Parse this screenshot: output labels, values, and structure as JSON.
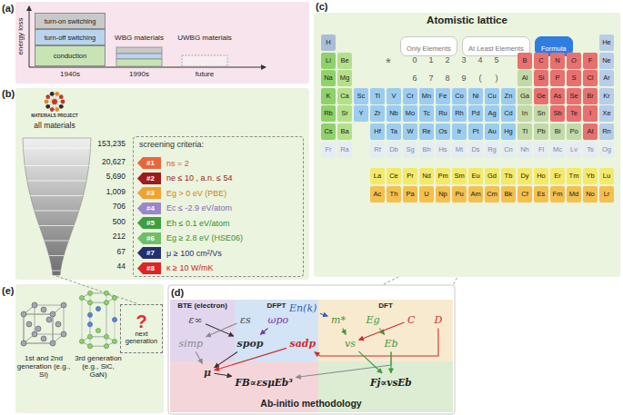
{
  "diagram": {
    "nodes": [
      {
        "text": [
          "turn-on switching"
        ]
      },
      {
        "text": [
          "turn-off switching"
        ]
      },
      {
        "text": [
          "conduction"
        ]
      },
      {
        "text": [
          "screening criteria:"
        ]
      },
      {
        "text": [
          "#1",
          "ns = 2"
        ],
        "in": 3
      },
      {
        "text": [
          "#2",
          "ne ≤ 10 , a.n. ≤ 54"
        ],
        "in": 3
      },
      {
        "text": [
          "#3",
          "Eg > 0 eV (PBE)"
        ],
        "in": 3
      },
      {
        "text": [
          "#4",
          "Ec ≤ -2.9 eV/atom"
        ],
        "in": 3
      },
      {
        "text": [
          "#5",
          "Eh ≤ 0.1 eV/atom"
        ],
        "in": 3
      },
      {
        "text": [
          "#6",
          "Eg ≥ 2.8 eV (HSE06)"
        ],
        "in": 3
      },
      {
        "text": [
          "#7",
          "μ ≥ 100 cm²/Vs"
        ],
        "in": 3
      },
      {
        "text": [
          "#8",
          "κ ≥ 10 W/mK"
        ],
        "in": 3
      },
      {
        "text": [
          "Atomistic lattice"
        ]
      },
      {
        "text": [
          "Only Elements"
        ],
        "in": 12
      },
      {
        "text": [
          "At Least Elements"
        ],
        "in": 12
      },
      {
        "text": [
          "Formula"
        ],
        "in": 12
      },
      {
        "text": [
          "BTE (electron)"
        ]
      },
      {
        "text": [
          "DFPT"
        ]
      },
      {
        "text": [
          "DFT"
        ]
      },
      {
        "text": [
          "ε∞"
        ],
        "in": 16
      },
      {
        "text": [
          "εs"
        ],
        "in": 17
      },
      {
        "text": [
          "ωpo"
        ],
        "in": 17
      },
      {
        "text": [
          "En(k)"
        ],
        "in": 17
      },
      {
        "text": [
          "m*"
        ],
        "in": 18
      },
      {
        "text": [
          "Eg"
        ],
        "in": 18
      },
      {
        "text": [
          "C"
        ],
        "in": 18
      },
      {
        "text": [
          "D"
        ],
        "in": 18
      },
      {
        "text": [
          "simp"
        ],
        "in": 16
      },
      {
        "text": [
          "spop"
        ],
        "in": 17
      },
      {
        "text": [
          "sadp"
        ],
        "in": 17
      },
      {
        "text": [
          "vs"
        ],
        "in": 18
      },
      {
        "text": [
          "Eb"
        ],
        "in": 18
      },
      {
        "text": [
          "μ"
        ]
      },
      {
        "text": [
          "FB∝εsμEb³"
        ]
      },
      {
        "text": [
          "Fj∝vsEb"
        ]
      },
      {
        "text": [
          "?",
          "next generation"
        ]
      }
    ],
    "edges": [
      {
        "from": 19,
        "to": 28,
        "arrow": "to"
      },
      {
        "from": 20,
        "to": 27,
        "arrow": "to"
      },
      {
        "from": 21,
        "to": 28,
        "arrow": "to"
      },
      {
        "from": 22,
        "to": 23,
        "arrow": "to"
      },
      {
        "from": 23,
        "to": 30,
        "arrow": "to"
      },
      {
        "from": 24,
        "to": 31,
        "arrow": "to"
      },
      {
        "from": 26,
        "to": 29,
        "arrow": "to"
      },
      {
        "from": 25,
        "to": 30,
        "arrow": "to"
      },
      {
        "from": 27,
        "to": 32,
        "arrow": "to"
      },
      {
        "from": 28,
        "to": 32,
        "arrow": "to"
      },
      {
        "from": 29,
        "to": 32,
        "arrow": "to"
      },
      {
        "from": 32,
        "to": 33,
        "arrow": "to"
      },
      {
        "from": 31,
        "to": 33,
        "arrow": "to"
      },
      {
        "from": 30,
        "to": 34,
        "arrow": "to"
      },
      {
        "from": 31,
        "to": 34,
        "arrow": "to"
      }
    ],
    "labels": [
      "(a)",
      "energy loss",
      "WBG materials",
      "UWBG materials",
      "1940s",
      "1990s",
      "future",
      "(b)",
      "MATERIALS PROJECT",
      "all materials",
      "153,235",
      "20,627",
      "5,690",
      "1,009",
      "706",
      "500",
      "212",
      "67",
      "44",
      "(c)",
      "*",
      "0",
      "1",
      "2",
      "3",
      "4",
      "5",
      "6",
      "7",
      "8",
      "9",
      "(",
      ")",
      "H",
      "He",
      "Li",
      "Be",
      "B",
      "C",
      "N",
      "O",
      "F",
      "Ne",
      "Na",
      "Mg",
      "Al",
      "Si",
      "P",
      "S",
      "Cl",
      "Ar",
      "K",
      "Ca",
      "Sc",
      "Ti",
      "V",
      "Cr",
      "Mn",
      "Fe",
      "Co",
      "Ni",
      "Cu",
      "Zn",
      "Ga",
      "Ge",
      "As",
      "Se",
      "Br",
      "Kr",
      "Rb",
      "Sr",
      "Y",
      "Zr",
      "Nb",
      "Mo",
      "Tc",
      "Ru",
      "Rh",
      "Pd",
      "Ag",
      "Cd",
      "In",
      "Sn",
      "Sb",
      "Te",
      "I",
      "Xe",
      "Cs",
      "Ba",
      "Hf",
      "Ta",
      "W",
      "Re",
      "Os",
      "Ir",
      "Pt",
      "Au",
      "Hg",
      "Tl",
      "Pb",
      "Bi",
      "Po",
      "At",
      "Rn",
      "Fr",
      "Ra",
      "Rf",
      "Db",
      "Sg",
      "Bh",
      "Hs",
      "Mt",
      "Ds",
      "Rg",
      "Cn",
      "Nh",
      "Fl",
      "Mc",
      "Lv",
      "Ts",
      "Og",
      "La",
      "Ce",
      "Pr",
      "Nd",
      "Pm",
      "Sm",
      "Eu",
      "Gd",
      "Tb",
      "Dy",
      "Ho",
      "Er",
      "Tm",
      "Yb",
      "Lu",
      "Ac",
      "Th",
      "Pa",
      "U",
      "Np",
      "Pu",
      "Am",
      "Cm",
      "Bk",
      "Cf",
      "Es",
      "Fm",
      "Md",
      "No",
      "Lr",
      "(d)",
      "Ab-initio methodology",
      "(e)",
      "1st and 2nd generation (e.g., Si)",
      "3rd generation (e.g., SiC, GaN)"
    ]
  }
}
